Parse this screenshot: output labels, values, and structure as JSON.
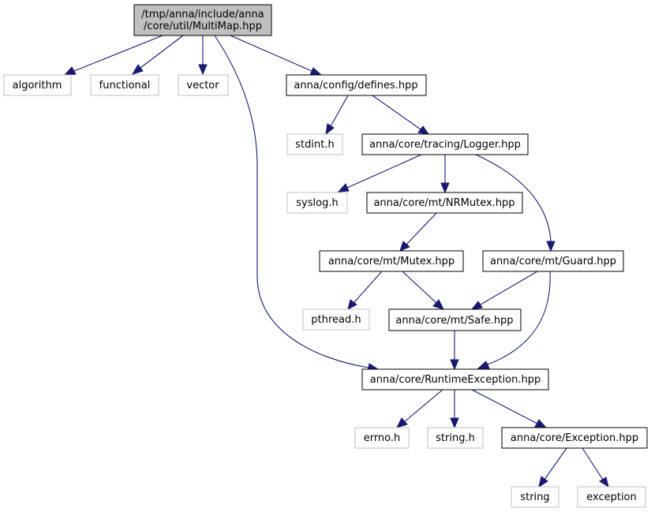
{
  "graph": {
    "nodes": {
      "root": {
        "lines": [
          "/tmp/anna/include/anna",
          "/core/util/MultiMap.hpp"
        ]
      },
      "algorithm": {
        "lines": [
          "algorithm"
        ]
      },
      "functional": {
        "lines": [
          "functional"
        ]
      },
      "vector": {
        "lines": [
          "vector"
        ]
      },
      "defines": {
        "lines": [
          "anna/config/defines.hpp"
        ]
      },
      "stdint": {
        "lines": [
          "stdint.h"
        ]
      },
      "logger": {
        "lines": [
          "anna/core/tracing/Logger.hpp"
        ]
      },
      "syslog": {
        "lines": [
          "syslog.h"
        ]
      },
      "nrmutex": {
        "lines": [
          "anna/core/mt/NRMutex.hpp"
        ]
      },
      "mutex": {
        "lines": [
          "anna/core/mt/Mutex.hpp"
        ]
      },
      "guard": {
        "lines": [
          "anna/core/mt/Guard.hpp"
        ]
      },
      "pthread": {
        "lines": [
          "pthread.h"
        ]
      },
      "safe": {
        "lines": [
          "anna/core/mt/Safe.hpp"
        ]
      },
      "runtime": {
        "lines": [
          "anna/core/RuntimeException.hpp"
        ]
      },
      "errno": {
        "lines": [
          "errno.h"
        ]
      },
      "string_h": {
        "lines": [
          "string.h"
        ]
      },
      "exception_hpp": {
        "lines": [
          "anna/core/Exception.hpp"
        ]
      },
      "string": {
        "lines": [
          "string"
        ]
      },
      "exception": {
        "lines": [
          "exception"
        ]
      }
    }
  }
}
